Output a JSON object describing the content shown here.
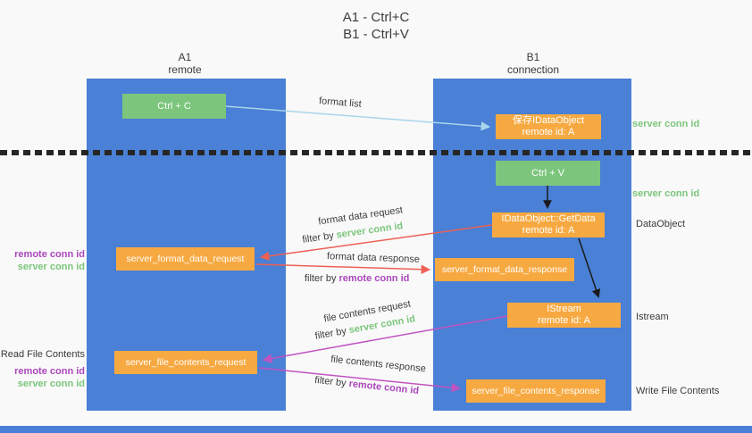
{
  "title": {
    "line1": "A1 - Ctrl+C",
    "line2": "B1 - Ctrl+V"
  },
  "lifelines": {
    "left": {
      "name": "A1",
      "role": "remote"
    },
    "right": {
      "name": "B1",
      "role": "connection"
    }
  },
  "nodes": {
    "ctrl_c": {
      "label": "Ctrl + C"
    },
    "ctrl_v": {
      "label": "Ctrl + V"
    },
    "save_dataobject": {
      "line1": "保存IDataObject",
      "line2": "remote id: A"
    },
    "getdata": {
      "line1": "IDataObject::GetData",
      "line2": "remote id: A"
    },
    "istream": {
      "line1": "IStream",
      "line2": "remote id: A"
    },
    "format_request": {
      "label": "server_format_data_request"
    },
    "format_response": {
      "label": "server_format_data_response"
    },
    "file_request": {
      "label": "server_file_contents_request"
    },
    "file_response": {
      "label": "server_file_contents_response"
    }
  },
  "edge_labels": {
    "format_list": "format list",
    "format_data_request": "format data request",
    "format_data_response": "format data response",
    "file_contents_request": "file contents request",
    "file_contents_response": "file contents response",
    "filter_by": "filter by ",
    "server_conn_id": "server conn id",
    "remote_conn_id": "remote conn id"
  },
  "annotations": {
    "dataobject": "DataObject",
    "istream": "Istream",
    "read_file_contents": "Read File Contents",
    "write_file_contents": "Write File Contents"
  },
  "colors": {
    "lifeline_blue": "#4a80d5",
    "node_orange": "#f7a941",
    "node_green": "#7cc57c",
    "arrow_red": "#ee6055",
    "arrow_magenta": "#c153c1",
    "arrow_light_blue": "#a9d5ec",
    "arrow_black": "#1a1a1a",
    "text_green": "#7cc57c",
    "text_purple": "#ab47bc"
  }
}
